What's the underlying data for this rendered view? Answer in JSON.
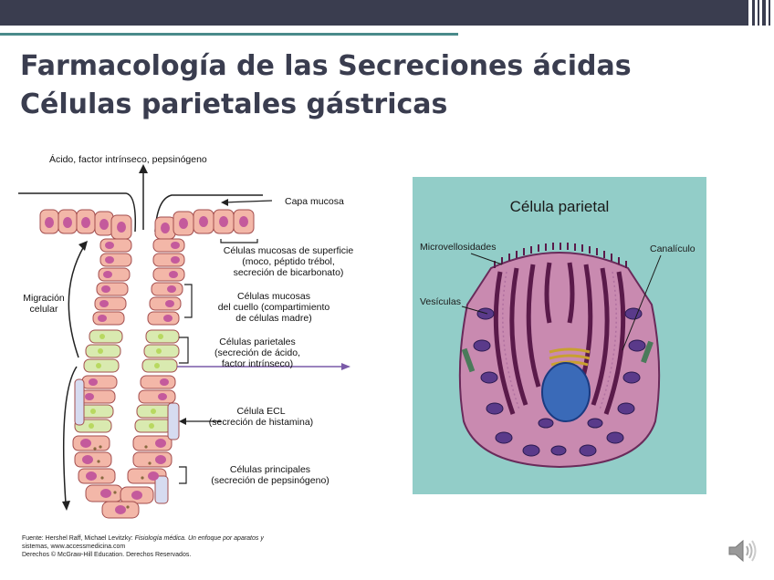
{
  "slide": {
    "title_line1": "Farmacología de las Secreciones ácidas",
    "title_line2": "Células parietales gástricas"
  },
  "left_diagram": {
    "top_label": "Ácido, factor intrínseco, pepsinógeno",
    "capa_mucosa": "Capa mucosa",
    "mucosas_superficie": [
      "Células mucosas de superficie",
      "(moco, péptido trébol,",
      "secreción de bicarbonato)"
    ],
    "mucosas_cuello": [
      "Células mucosas",
      "del cuello (compartimiento",
      "de células madre)"
    ],
    "parietales": [
      "Células parietales",
      "(secreción de ácido,",
      "factor intrínseco)"
    ],
    "ecl": [
      "Célula ECL",
      "(secreción de histamina)"
    ],
    "principales": [
      "Células principales",
      "(secreción de pepsinógeno)"
    ],
    "migracion": [
      "Migración",
      "celular"
    ]
  },
  "source": {
    "line1_prefix": "Fuente: Hershel Raff, Michael Levitzky: ",
    "line1_italic": "Fisiología médica. Un enfoque por aparatos y",
    "line2": "sistemas, www.accessmedicina.com",
    "line3": "Derechos © McGraw-Hill Education. Derechos Reservados."
  },
  "right_diagram": {
    "title": "Célula parietal",
    "microvellosidades": "Microvellosidades",
    "canaliculo": "Canalículo",
    "vesiculas": "Vesículas"
  },
  "colors": {
    "title": "#3a3d4f",
    "accent": "#4a8a8a",
    "panel_bg": "#92cdc8",
    "cell_pink": "#f3b7a8",
    "cell_purple": "#c45a9c"
  },
  "icons": {
    "audio": "speaker-icon"
  }
}
